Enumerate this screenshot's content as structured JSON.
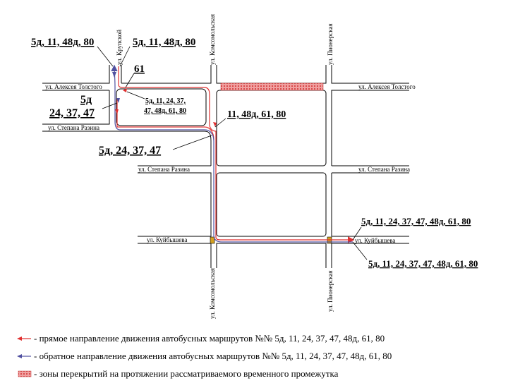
{
  "streets": {
    "krupskoy": "ул. Крупской",
    "komsomolskaya": "ул. Комсомольская",
    "pionerskaya": "ул. Пионерская",
    "alexeya_tolstogo": "ул. Алексея Толстого",
    "stepana_razina": "ул. Степана Разина",
    "kuybysheva": "ул. Куйбышева"
  },
  "route_labels": {
    "top_left": "5д, 11, 48д, 80",
    "top_right": "5д, 11, 48д, 80",
    "r61": "61",
    "r5d": "5д",
    "r24_37_47": "24, 37, 47",
    "center_line1": "5д, 11, 24, 37,",
    "center_line2": "47, 48д, 61, 80",
    "r11_48d_61_80": "11, 48д, 61, 80",
    "r5d_24_37_47": "5д, 24, 37, 47",
    "east_top": "5д, 11, 24, 37, 47, 48д, 61, 80",
    "east_bottom": "5д, 11, 24, 37, 47, 48д, 61, 80"
  },
  "legend": {
    "forward": "- прямое направление движения автобусных маршрутов №№ 5д, 11, 24, 37, 47, 48д, 61, 80",
    "reverse": "- обратное направление движения автобусных маршрутов №№ 5д, 11, 24, 37, 47, 48д, 61, 80",
    "closure": "- зоны перекрытий на протяжении рассматриваемого временного промежутка"
  },
  "colors": {
    "forward": "#e03030",
    "reverse": "#5050a0",
    "closure": "#e05050"
  }
}
